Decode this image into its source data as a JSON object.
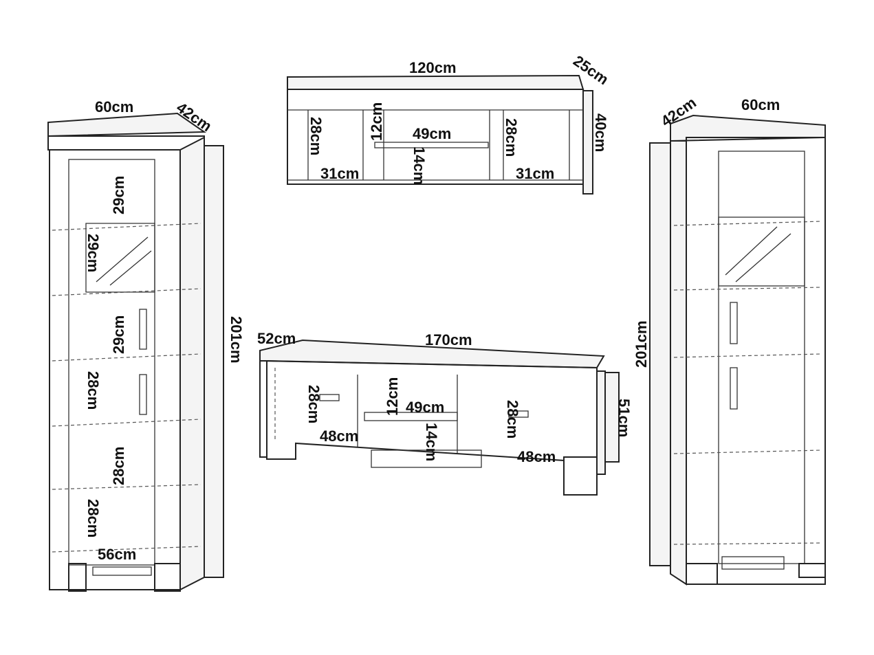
{
  "left_cabinet": {
    "width": "60cm",
    "depth": "42cm",
    "height": "201cm",
    "compartments": [
      "29cm",
      "29cm",
      "29cm",
      "28cm",
      "28cm",
      "28cm"
    ],
    "inner_width": "56cm"
  },
  "wall_shelf": {
    "width": "120cm",
    "depth": "25cm",
    "height": "40cm",
    "left_height": "28cm",
    "left_width": "31cm",
    "top_center_height": "12cm",
    "center_width": "49cm",
    "bottom_center_height": "14cm",
    "right_height": "28cm",
    "right_width": "31cm"
  },
  "tv_stand": {
    "width": "170cm",
    "depth": "52cm",
    "height": "51cm",
    "left_height": "28cm",
    "left_width": "48cm",
    "top_center_height": "12cm",
    "center_width": "49cm",
    "bottom_center_height": "14cm",
    "right_height": "28cm",
    "right_width": "48cm"
  },
  "right_cabinet": {
    "width": "60cm",
    "depth": "42cm",
    "height": "201cm"
  }
}
